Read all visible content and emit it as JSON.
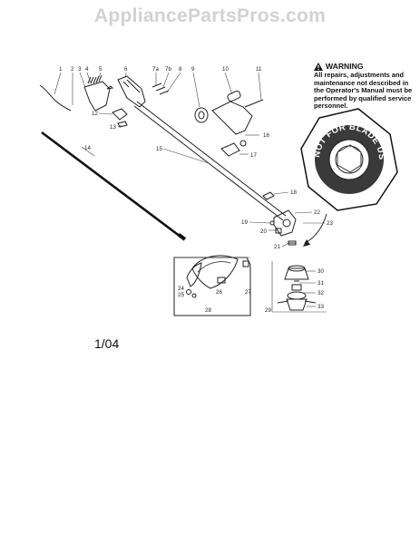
{
  "watermark": "AppliancePartsPros.com",
  "warning": {
    "title": "WARNING",
    "body": "All repairs, adjustments and maintenance not described in the Operator's Manual must be performed by qualified service personnel."
  },
  "date_label": "1/04",
  "seal_text": "NOT FOR BLADE USE",
  "callouts": {
    "c1": "1",
    "c2": "2",
    "c3": "3",
    "c4": "4",
    "c5": "5",
    "c6": "6",
    "c7a": "7a",
    "c7b": "7b",
    "c8": "8",
    "c9": "9",
    "c10": "10",
    "c11": "11",
    "c12": "12",
    "c13": "13",
    "c14": "14",
    "c15": "15",
    "c16": "16",
    "c17": "17",
    "c18": "18",
    "c19": "19",
    "c20": "20",
    "c21": "21",
    "c22": "22",
    "c23": "23",
    "c24": "24",
    "c25": "25",
    "c26": "26",
    "c27": "27",
    "c28": "28",
    "c29": "29",
    "c30": "30",
    "c31": "31",
    "c32": "32",
    "c33": "33"
  }
}
